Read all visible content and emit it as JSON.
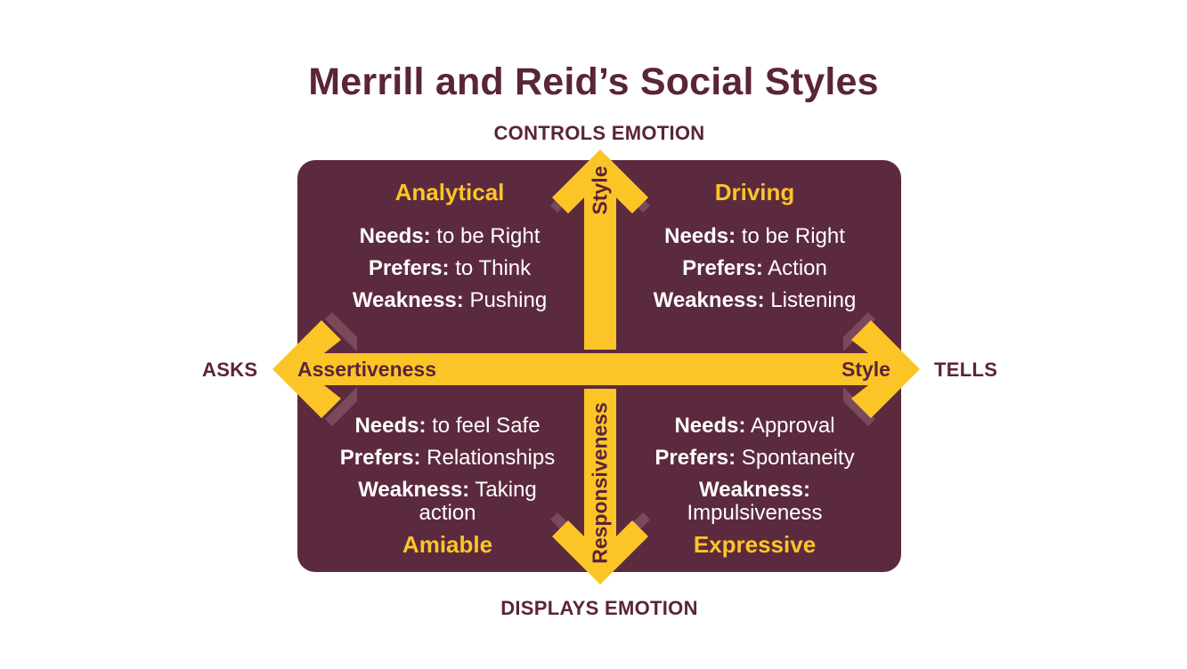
{
  "title": "Merrill and Reid’s Social Styles",
  "axes": {
    "top": "CONTROLS EMOTION",
    "bottom": "DISPLAYS EMOTION",
    "left": "ASKS",
    "right": "TELLS"
  },
  "arrows": {
    "horizontal_left_label": "Assertiveness",
    "horizontal_right_label": "Style",
    "vertical_top_label": "Style",
    "vertical_bottom_label": "Responsiveness"
  },
  "colors": {
    "maroon": "#5c2a3e",
    "maroon_text": "#5a2439",
    "yellow": "#fcc527",
    "shadow": "#7a4a5c"
  },
  "quadrants": {
    "analytical": {
      "name": "Analytical",
      "needs_label": "Needs:",
      "needs": " to be Right",
      "prefers_label": "Prefers:",
      "prefers": " to Think",
      "weakness_label": "Weakness:",
      "weakness": " Pushing"
    },
    "driving": {
      "name": "Driving",
      "needs_label": "Needs:",
      "needs": " to be Right",
      "prefers_label": "Prefers:",
      "prefers": " Action",
      "weakness_label": "Weakness:",
      "weakness": " Listening"
    },
    "amiable": {
      "name": "Amiable",
      "needs_label": "Needs:",
      "needs": " to feel Safe",
      "prefers_label": "Prefers:",
      "prefers": " Relationships",
      "weakness_label": "Weakness:",
      "weakness": " Taking action"
    },
    "expressive": {
      "name": "Expressive",
      "needs_label": "Needs:",
      "needs": " Approval",
      "prefers_label": "Prefers:",
      "prefers": " Spontaneity",
      "weakness_label": "Weakness:",
      "weakness": " Impulsiveness"
    }
  }
}
